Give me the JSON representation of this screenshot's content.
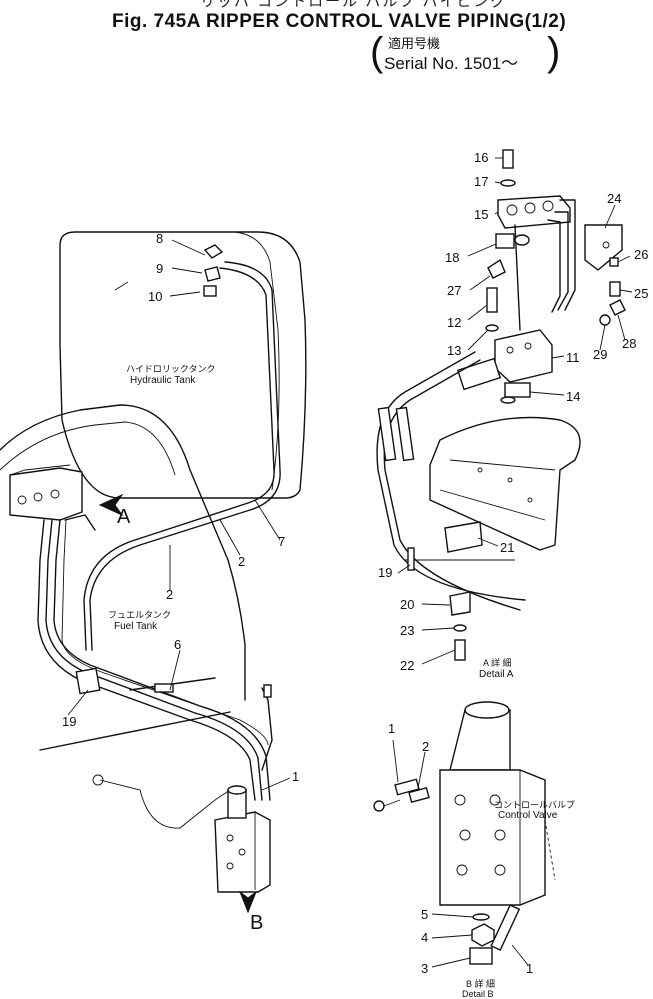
{
  "header": {
    "japanese_title": "リッパ コントロール バルブ パイピング",
    "figure_title": "Fig. 745A  RIPPER  CONTROL  VALVE  PIPING(1/2)",
    "serial_japanese": "適用号機",
    "serial": "Serial No. 1501～"
  },
  "labels": {
    "hydraulic_tank_jp": "ハイドロリックタンク",
    "hydraulic_tank": "Hydraulic Tank",
    "fuel_tank_jp": "フュエルタンク",
    "fuel_tank": "Fuel Tank",
    "control_valve_jp": "コントロールバルブ",
    "control_valve": "Control Valve",
    "detail_a_jp": "A 詳 細",
    "detail_a": "Detail A",
    "detail_b_jp": "B 詳 細",
    "detail_b": "Detail B",
    "arrow_a": "A",
    "arrow_b": "B"
  },
  "callouts": {
    "main": [
      "8",
      "9",
      "10",
      "2",
      "7",
      "2",
      "6",
      "19",
      "1"
    ],
    "detail_a": [
      "16",
      "17",
      "15",
      "24",
      "18",
      "26",
      "27",
      "25",
      "12",
      "13",
      "29",
      "28",
      "11",
      "14",
      "21",
      "19",
      "20",
      "23",
      "22"
    ],
    "detail_b": [
      "1",
      "2",
      "5",
      "4",
      "3",
      "1"
    ]
  }
}
